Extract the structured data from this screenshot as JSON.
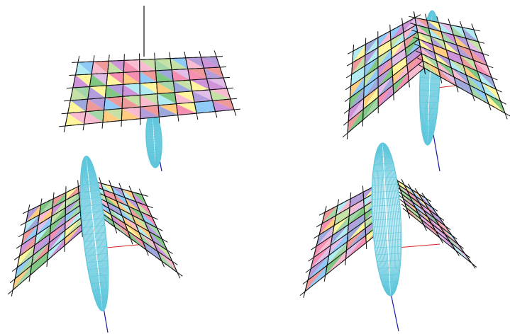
{
  "figure": {
    "panel_count": 4,
    "panels": [
      {
        "name": "mesh-panel-top-left",
        "shape": "flat-sheet"
      },
      {
        "name": "mesh-panel-top-right",
        "shape": "folded"
      },
      {
        "name": "mesh-panel-bottom-left",
        "shape": "folded"
      },
      {
        "name": "mesh-panel-bottom-right",
        "shape": "folded-steep"
      }
    ],
    "colors": {
      "background": "#ffffff",
      "grid_line": "#111111",
      "ellipsoid": "#5fc7dc",
      "axis_blue": "#1a1aa8",
      "axis_red": "#d62020",
      "facets": [
        "#f48fb1",
        "#ce93d8",
        "#9fa8da",
        "#a5d6a7",
        "#fff59d",
        "#ffcc80",
        "#b39ddb",
        "#81c784",
        "#ef9a9a",
        "#90caf9",
        "#c5e1a5",
        "#f8bbd0",
        "#b2ebf2",
        "#e1bee7"
      ]
    }
  }
}
